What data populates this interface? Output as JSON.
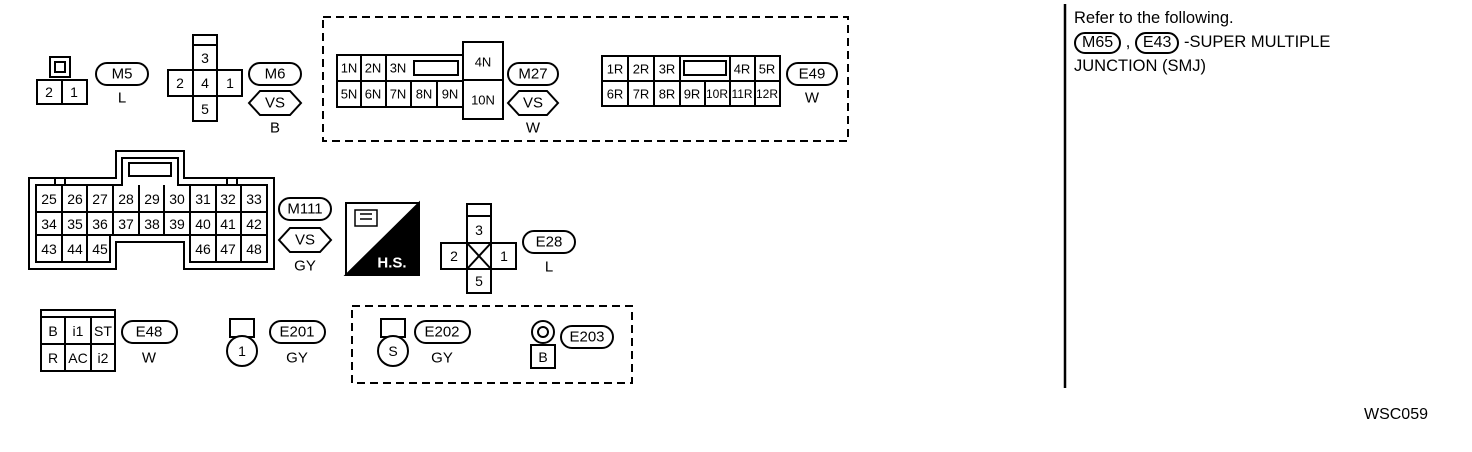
{
  "connectors": {
    "M5": {
      "id": "M5",
      "color": "L",
      "cells": [
        "2",
        "1"
      ]
    },
    "M6": {
      "id": "M6",
      "color": "B",
      "badge": "VS",
      "cells": [
        "3",
        "2",
        "4",
        "1",
        "5"
      ]
    },
    "M27": {
      "id": "M27",
      "color": "W",
      "badge": "VS",
      "cells": [
        "1N",
        "2N",
        "3N",
        "4N",
        "5N",
        "6N",
        "7N",
        "8N",
        "9N",
        "10N"
      ]
    },
    "E49": {
      "id": "E49",
      "color": "W",
      "cells": [
        "1R",
        "2R",
        "3R",
        "4R",
        "5R",
        "6R",
        "7R",
        "8R",
        "9R",
        "10R",
        "11R",
        "12R"
      ]
    },
    "M111": {
      "id": "M111",
      "color": "GY",
      "badge": "VS",
      "cells": [
        "25",
        "26",
        "27",
        "28",
        "29",
        "30",
        "31",
        "32",
        "33",
        "34",
        "35",
        "36",
        "37",
        "38",
        "39",
        "40",
        "41",
        "42",
        "43",
        "44",
        "45",
        "46",
        "47",
        "48"
      ]
    },
    "E28": {
      "id": "E28",
      "color": "L",
      "cells": [
        "3",
        "2",
        "1",
        "5"
      ]
    },
    "E48": {
      "id": "E48",
      "color": "W",
      "cells": [
        "B",
        "i1",
        "ST",
        "R",
        "AC",
        "i2"
      ]
    },
    "E201": {
      "id": "E201",
      "color": "GY",
      "cells": [
        "1"
      ]
    },
    "E202": {
      "id": "E202",
      "color": "GY",
      "cells": [
        "S"
      ]
    },
    "E203": {
      "id": "E203",
      "cells": [
        "B"
      ]
    }
  },
  "hs_label": "H.S.",
  "note": {
    "line1": "Refer to the following.",
    "ref1": "M65",
    "sep": ",",
    "ref2": "E43",
    "desc": "-SUPER MULTIPLE",
    "line3": "JUNCTION (SMJ)"
  },
  "figure_code": "WSC059"
}
